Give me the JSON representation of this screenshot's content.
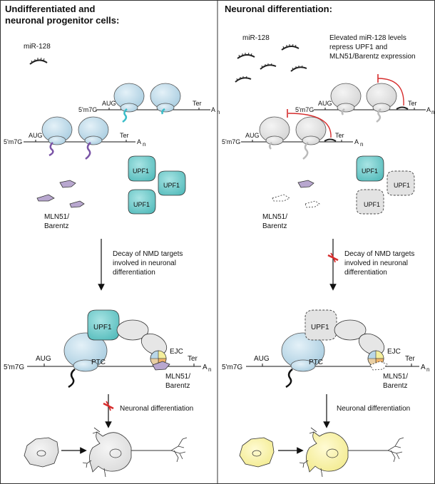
{
  "left_panel": {
    "title_line1": "Undifferentiated and",
    "title_line2": "neuronal progenitor cells:",
    "mirna_label": "miR-128",
    "mrna": {
      "cap": "5'm7G",
      "start": "AUG",
      "stop": "Ter",
      "polyA": "A",
      "polyA_sub": "n"
    },
    "upf1_label": "UPF1",
    "mln51_line1": "MLN51/",
    "mln51_line2": "Barentz",
    "arrow1_line1": "Decay of NMD targets",
    "arrow1_line2": "involved in neuronal",
    "arrow1_line3": "differentiation",
    "complex": {
      "upf1": "UPF1",
      "ptc": "PTC",
      "ejc": "EJC",
      "mln51_line1": "MLN51/",
      "mln51_line2": "Barentz"
    },
    "arrow2_label": "Neuronal differentiation"
  },
  "right_panel": {
    "title": "Neuronal differentiation:",
    "mirna_label": "miR-128",
    "note_line1": "Elevated miR-128 levels",
    "note_line2": "repress UPF1 and",
    "note_line3": "MLN51/Barentz expression",
    "mrna": {
      "cap": "5'm7G",
      "start": "AUG",
      "stop": "Ter",
      "polyA": "A",
      "polyA_sub": "n"
    },
    "upf1_label": "UPF1",
    "mln51_line1": "MLN51/",
    "mln51_line2": "Barentz",
    "arrow1_line1": "Decay of NMD targets",
    "arrow1_line2": "involved in neuronal",
    "arrow1_line3": "differentiation",
    "complex": {
      "upf1": "UPF1",
      "ptc": "PTC",
      "ejc": "EJC",
      "mln51_line1": "MLN51/",
      "mln51_line2": "Barentz"
    },
    "arrow2_label": "Neuronal differentiation"
  },
  "colors": {
    "ribosome_active": "#b9d7e8",
    "ribosome_inactive": "#e3e3e3",
    "upf1": "#6ec9c9",
    "mln51": "#b8a7cf",
    "inhibition": "#d62d2d",
    "cell_left": "#e6e6e6",
    "cell_right": "#f6f0a8",
    "ejc_orange": "#f0b46a",
    "ejc_yellow": "#f4ef9c"
  }
}
